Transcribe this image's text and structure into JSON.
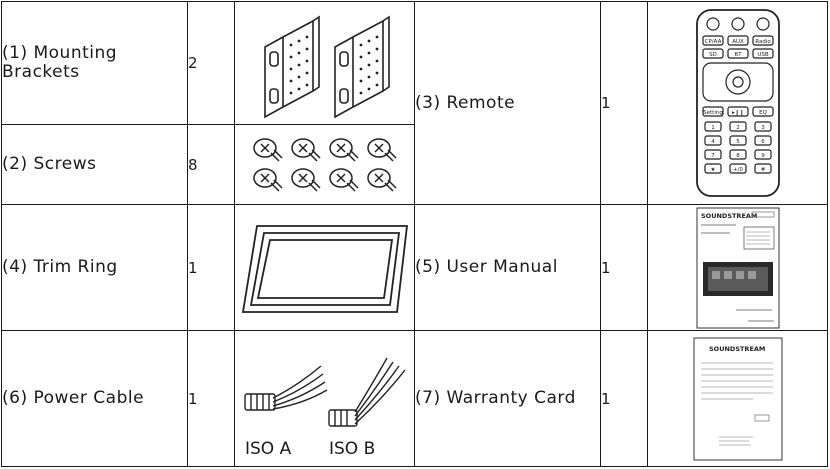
{
  "items": [
    {
      "name": "(1) Mounting Brackets",
      "qty": "2"
    },
    {
      "name": "(2) Screws",
      "qty": "8"
    },
    {
      "name": "(3) Remote",
      "qty": "1"
    },
    {
      "name": "(4) Trim Ring",
      "qty": "1"
    },
    {
      "name": "(5) User Manual",
      "qty": "1"
    },
    {
      "name": "(6) Power Cable",
      "qty": "1"
    },
    {
      "name": "(7) Warranty Card",
      "qty": "1"
    }
  ],
  "cable_labels": {
    "a": "ISO A",
    "b": "ISO B"
  },
  "remote_buttons": {
    "source_row": [
      "CP/AA",
      "AUX",
      "Radio"
    ],
    "media_row": [
      "SD",
      "BT",
      "USB"
    ],
    "function_row": [
      "Setting",
      "▸❙❙",
      "EQ"
    ],
    "keypad": [
      "1",
      "2",
      "3",
      "4",
      "5",
      "6",
      "7",
      "8",
      "9",
      "★",
      "+/0",
      "#"
    ]
  },
  "manual_cover": {
    "brand": "SOUNDSTREAM"
  },
  "warranty_card": {
    "brand": "SOUNDSTREAM"
  }
}
